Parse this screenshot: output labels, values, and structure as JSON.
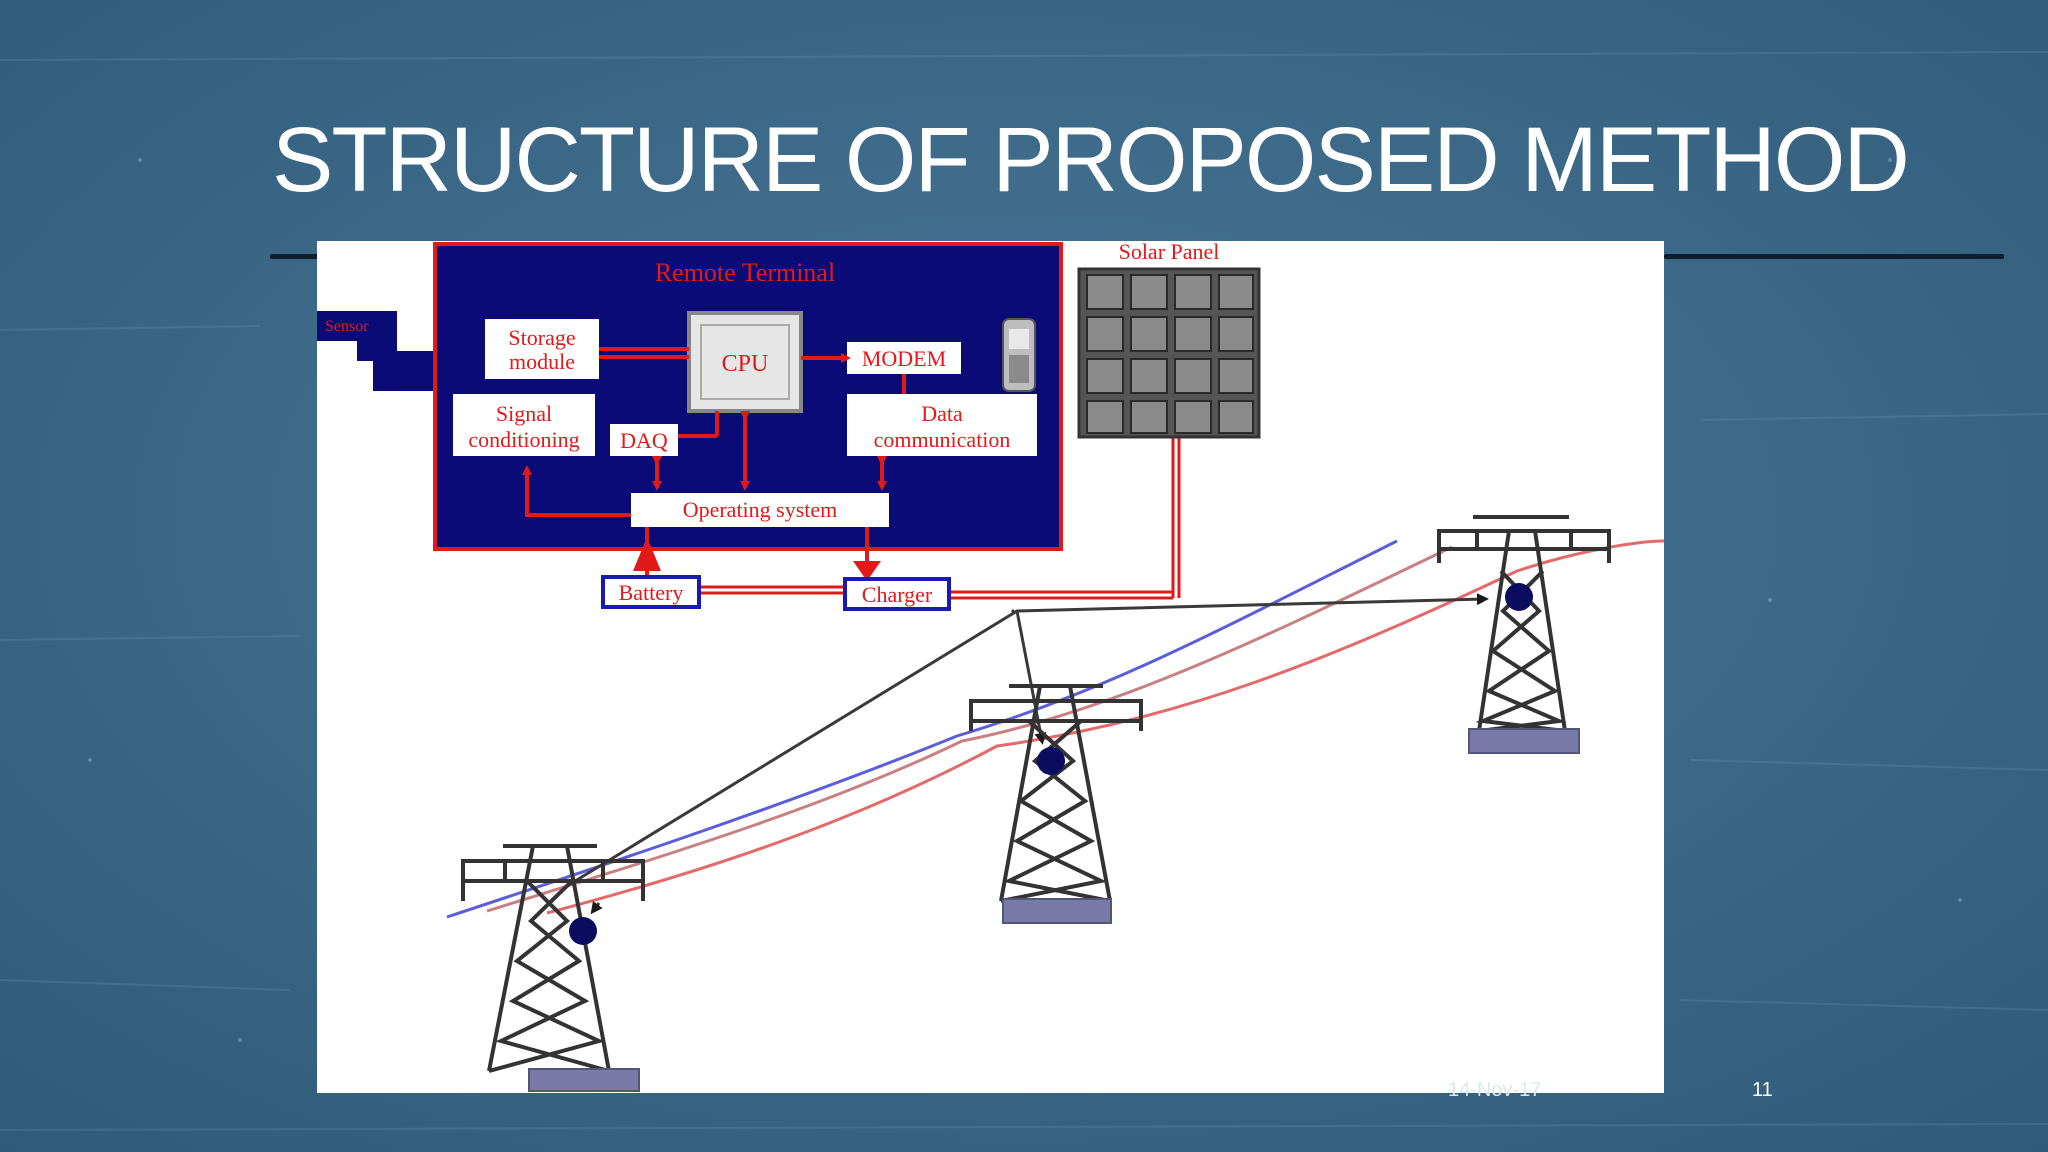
{
  "slide": {
    "title": "STRUCTURE OF PROPOSED METHOD",
    "date": "14-Nov-17",
    "page_number": "11"
  },
  "diagram": {
    "remote_terminal_title": "Remote Terminal",
    "sensor_label": "Sensor",
    "storage_module": [
      "Storage",
      "module"
    ],
    "signal_conditioning": [
      "Signal",
      "conditioning"
    ],
    "daq": "DAQ",
    "cpu": "CPU",
    "modem": "MODEM",
    "data_communication": [
      "Data",
      "communication"
    ],
    "operating_system": "Operating system",
    "battery": "Battery",
    "charger": "Charger",
    "solar_panel": "Solar Panel"
  },
  "colors": {
    "slide_background": "#3d6a8a",
    "terminal_fill": "#0b0b78",
    "diagram_red": "#e01a1a",
    "line_blue": "#5a5fd8",
    "line_red": "#e26a6a",
    "tower_base": "#7a7aa8"
  }
}
